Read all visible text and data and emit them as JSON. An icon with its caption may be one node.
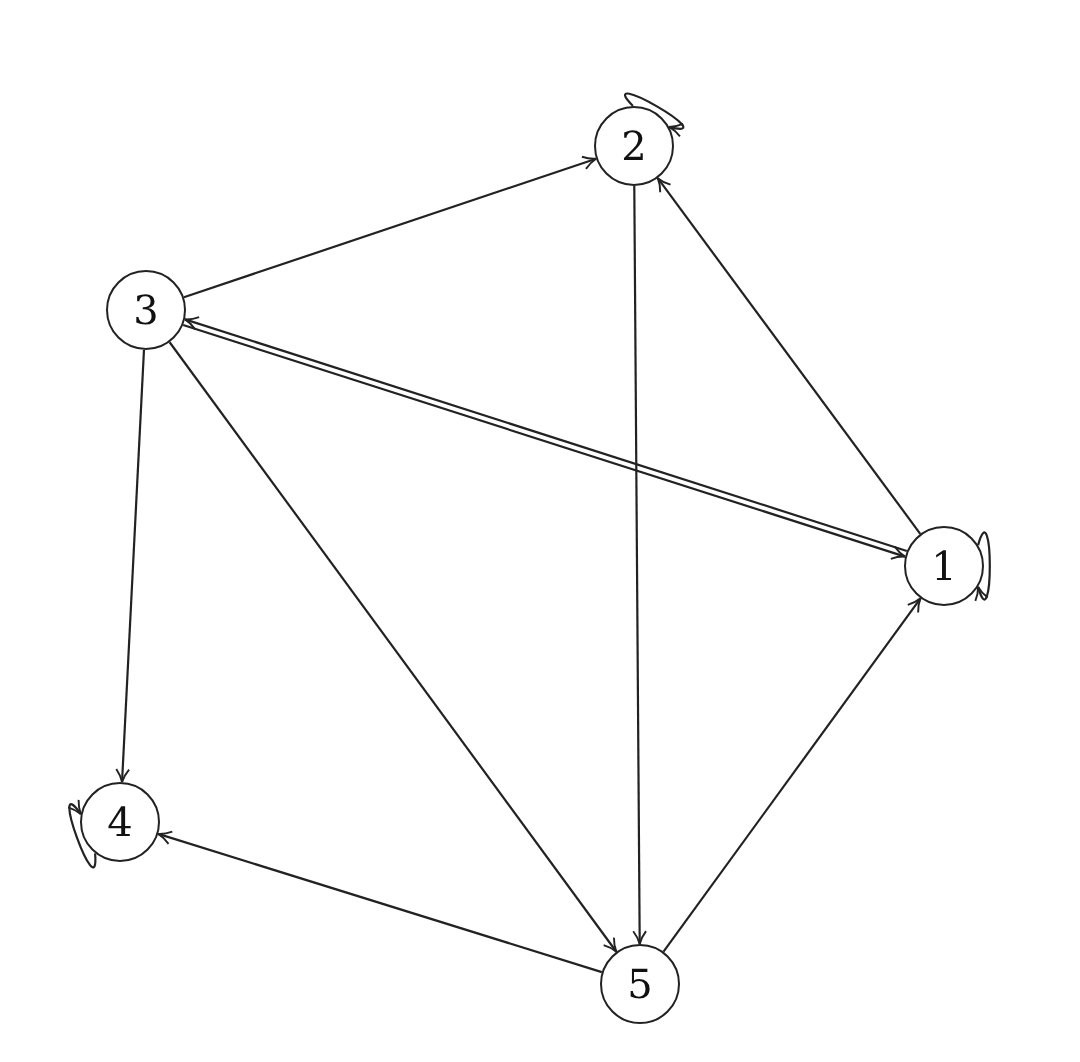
{
  "diagram": {
    "nodes": [
      {
        "text": [
          "1"
        ]
      },
      {
        "text": [
          "2"
        ]
      },
      {
        "text": [
          "3"
        ]
      },
      {
        "text": [
          "4"
        ]
      },
      {
        "text": [
          "5"
        ]
      }
    ],
    "edges": [
      {
        "from": 0,
        "to": 0,
        "arrow": "to"
      },
      {
        "from": 0,
        "to": 1,
        "arrow": "to"
      },
      {
        "from": 0,
        "to": 2,
        "arrow": "to"
      },
      {
        "from": 1,
        "to": 1,
        "arrow": "to"
      },
      {
        "from": 1,
        "to": 4,
        "arrow": "to"
      },
      {
        "from": 2,
        "to": 1,
        "arrow": "to"
      },
      {
        "from": 2,
        "to": 0,
        "arrow": "to"
      },
      {
        "from": 2,
        "to": 3,
        "arrow": "to"
      },
      {
        "from": 2,
        "to": 4,
        "arrow": "to"
      },
      {
        "from": 3,
        "to": 3,
        "arrow": "to"
      },
      {
        "from": 4,
        "to": 3,
        "arrow": "to"
      },
      {
        "from": 4,
        "to": 0,
        "arrow": "to"
      }
    ]
  }
}
